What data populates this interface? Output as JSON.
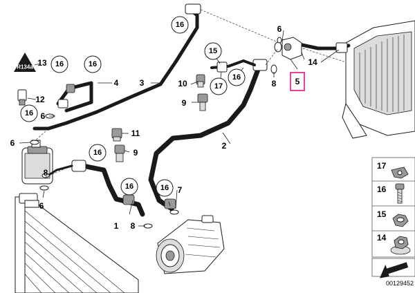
{
  "diagram": {
    "reference_code": "00129452",
    "warning_label": "R134a",
    "highlighted_callout": "5",
    "callouts": {
      "c1": "1",
      "c2": "2",
      "c3": "3",
      "c4": "4",
      "c5": "5",
      "c6a": "6",
      "c6b": "6",
      "c6c": "6",
      "c6d": "6",
      "c7": "7",
      "c8a": "8",
      "c8b": "8",
      "c8c": "8",
      "c9a": "9",
      "c9b": "9",
      "c10": "10",
      "c11": "11",
      "c12": "12",
      "c13": "13",
      "c14": "14",
      "c15": "15",
      "c16a": "16",
      "c16b": "16",
      "c16c": "16",
      "c16d": "16",
      "c16e": "16",
      "c16f": "16",
      "c16g": "16",
      "c16h": "16",
      "c16i": "16",
      "c17": "17"
    },
    "legend": [
      {
        "id": "17",
        "item": "clip"
      },
      {
        "id": "16",
        "item": "screw"
      },
      {
        "id": "15",
        "item": "nut"
      },
      {
        "id": "14",
        "item": "collar-nut"
      }
    ]
  }
}
